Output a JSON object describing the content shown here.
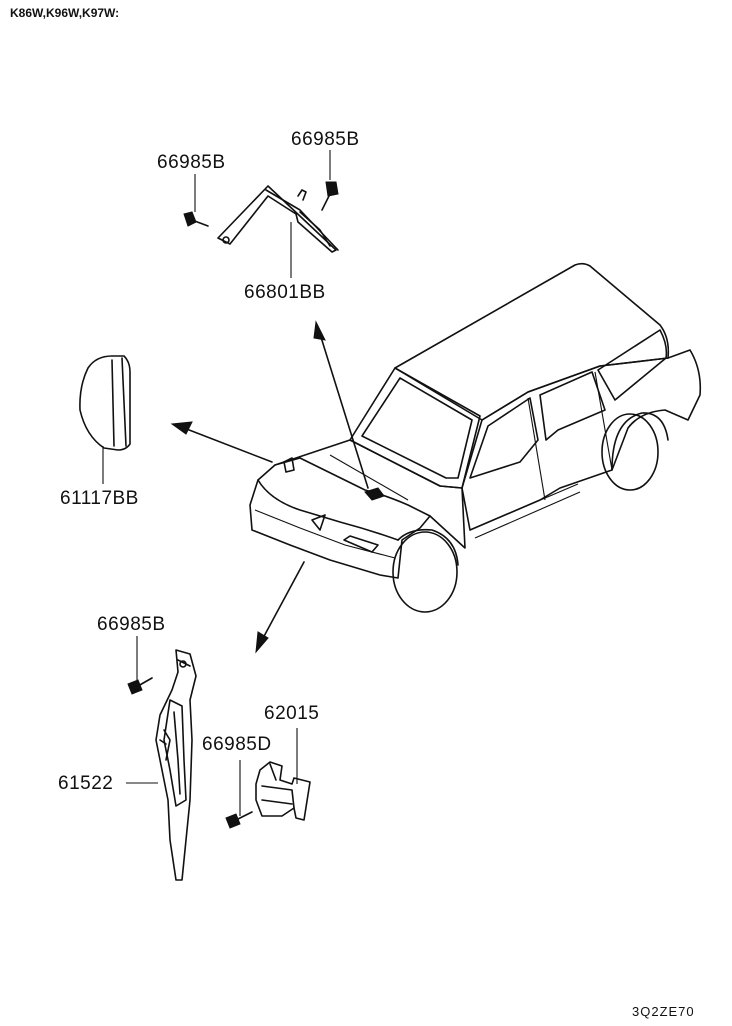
{
  "header": {
    "models": "K86W,K96W,K97W:"
  },
  "footer": {
    "drawing_code": "3Q2ZE70"
  },
  "parts": {
    "bolt_top_left": "66985B",
    "bolt_top_right": "66985B",
    "bracket_upper": "66801BB",
    "cover_side": "61117BB",
    "bolt_lower": "66985B",
    "bolt_d": "66985D",
    "bracket_lower": "62015",
    "shield_lower": "61522"
  }
}
